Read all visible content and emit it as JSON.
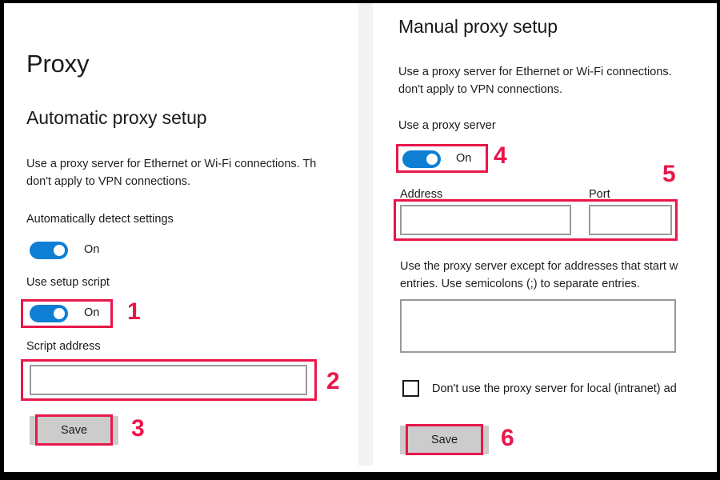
{
  "frame": {
    "border_color": "#000000",
    "background": "#ffffff",
    "divider_color": "#f3f3f3"
  },
  "colors": {
    "accent_toggle": "#0f7fd4",
    "annotation_red": "#e8174a",
    "button_gray": "#cccccc",
    "input_border": "#9a9a9a",
    "text": "#1a1a1a"
  },
  "left_panel": {
    "page_title": "Proxy",
    "section_title": "Automatic proxy setup",
    "description_line1": "Use a proxy server for Ethernet or Wi-Fi connections. Th",
    "description_line2": "don't apply to VPN connections.",
    "auto_detect": {
      "label": "Automatically detect settings",
      "toggle_state": "On",
      "toggle_on": true,
      "icon": "toggle-switch-icon"
    },
    "setup_script": {
      "label": "Use setup script",
      "toggle_state": "On",
      "toggle_on": true,
      "icon": "toggle-switch-icon"
    },
    "script_address": {
      "label": "Script address",
      "value": "",
      "placeholder": ""
    },
    "save_label": "Save"
  },
  "right_panel": {
    "section_title": "Manual proxy setup",
    "description_line1": "Use a proxy server for Ethernet or Wi-Fi connections.",
    "description_line2": "don't apply to VPN connections.",
    "use_proxy": {
      "label": "Use a proxy server",
      "toggle_state": "On",
      "toggle_on": true,
      "icon": "toggle-switch-icon"
    },
    "address": {
      "label": "Address",
      "value": "",
      "placeholder": ""
    },
    "port": {
      "label": "Port",
      "value": "",
      "placeholder": ""
    },
    "exceptions": {
      "description_line1": "Use the proxy server except for addresses that start w",
      "description_line2": "entries. Use semicolons (;) to separate entries.",
      "value": "",
      "placeholder": ""
    },
    "bypass_local": {
      "label": "Don't use the proxy server for local (intranet) ad",
      "checked": false,
      "icon": "checkbox-icon"
    },
    "save_label": "Save"
  },
  "annotations": {
    "markers": [
      {
        "number": "1",
        "target": "use-setup-script-toggle"
      },
      {
        "number": "2",
        "target": "script-address-input"
      },
      {
        "number": "3",
        "target": "left-save-button"
      },
      {
        "number": "4",
        "target": "use-proxy-server-toggle"
      },
      {
        "number": "5",
        "target": "address-and-port-inputs"
      },
      {
        "number": "6",
        "target": "right-save-button"
      }
    ]
  }
}
